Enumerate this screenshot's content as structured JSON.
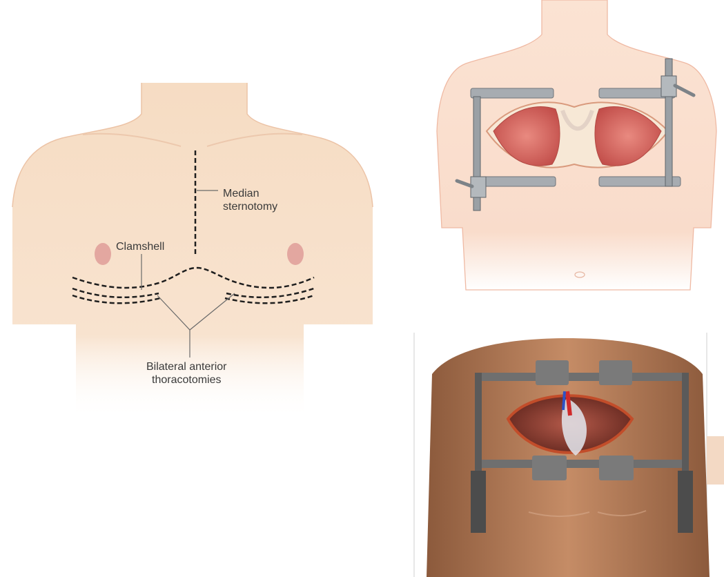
{
  "labels": {
    "median_line1": "Median",
    "median_line2": "sternotomy",
    "clamshell": "Clamshell",
    "bilateral_line1": "Bilateral anterior",
    "bilateral_line2": "thoracotomies"
  },
  "colors": {
    "skin_illustration": "#f6dcc3",
    "skin_outline": "#e9b99a",
    "nipple": "#e3a7a0",
    "incision": "#1e1e1e",
    "leader_line": "#6a6a6a",
    "lung": "#d66a62",
    "retractor_metal": "#a7acb1",
    "skin_photo": "#b97f5c"
  }
}
